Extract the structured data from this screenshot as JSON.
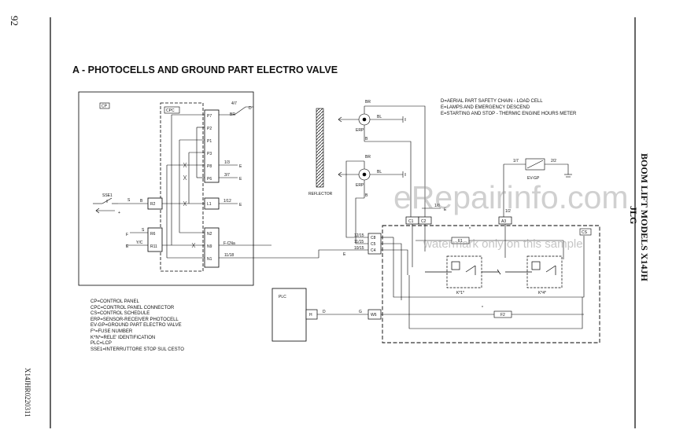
{
  "page": {
    "number": "92",
    "doc_code": "X14JHR0220311",
    "title": "A - PHOTOCELLS AND GROUND PART ELECTRO VALVE",
    "side_title": "BOOM LIFT MODELS X14JH",
    "side_brand": "JLG"
  },
  "watermark": {
    "main": "eRepairinfo.com",
    "sub": "watermark only on this sample"
  },
  "notes": [
    "D=AERIAL PART SAFETY CHAIN - LOAD CELL",
    "E=LAMPS AND EMERGENCY DESCEND",
    "E=STARTING AND STOP - THERMIC ENGINE HOURS METER"
  ],
  "legend": [
    "CP=CONTROL PANEL",
    "CPC=CONTROL PANEL CONNECTOR",
    "CS=CONTROL SCHEDULE",
    "ERP=SENSOR-RECEIVER PHOTOCELL",
    "EV-GP=GROUND PART ELECTRO VALVE",
    "F*=FUSE NUMBER",
    "K*N*=RELE' IDENTIFICATION",
    "PLC=LCP",
    "SSE1=INTERRUTTORE STOP SUL CESTO"
  ],
  "diagram": {
    "cp_label": "CP",
    "cpc_label": "CPC",
    "cs_label": "CS",
    "plc_label": "PLC",
    "sse_label": "SSE1",
    "reflector_label": "REFLECTOR",
    "erp1_label": "ERP",
    "erp2_label": "ERP",
    "evgp_label": "EV-GP",
    "cpc_pins": [
      "P7",
      "P2",
      "P1",
      "P3",
      "P8",
      "P6"
    ],
    "cpc_pins2": [
      "N2",
      "N9",
      "N1"
    ],
    "cp_pins": [
      "R2",
      "R6",
      "R11"
    ],
    "l1": "L1",
    "cs_pins": [
      "C8",
      "C5",
      "C4"
    ],
    "c1": "C1",
    "c2": "C2",
    "a3": "A3",
    "w6": "W6",
    "f1": "F1",
    "f2": "F2",
    "relay1": "K*1*",
    "relay2": "K*4*",
    "wires": {
      "w4_7": "4/7",
      "d": "D",
      "br": "BR",
      "w1_3": "1/3",
      "w3_7": "3/7",
      "e": "E",
      "w1_12": "1/12",
      "s": "S",
      "b": "B",
      "plus": "+",
      "f": "F",
      "yc": "Y/C",
      "f_cna": "F-CNa",
      "w11_18": "11/18",
      "w12_15": "12/15",
      "w11_15": "11/15",
      "w10_15": "10/15",
      "h": "H",
      "g": "G",
      "bl": "BL",
      "w1_8": "1/8",
      "w1_2": "1/2",
      "w1_7": "1/7",
      "w2_2": "2/2",
      "star": "*"
    }
  }
}
